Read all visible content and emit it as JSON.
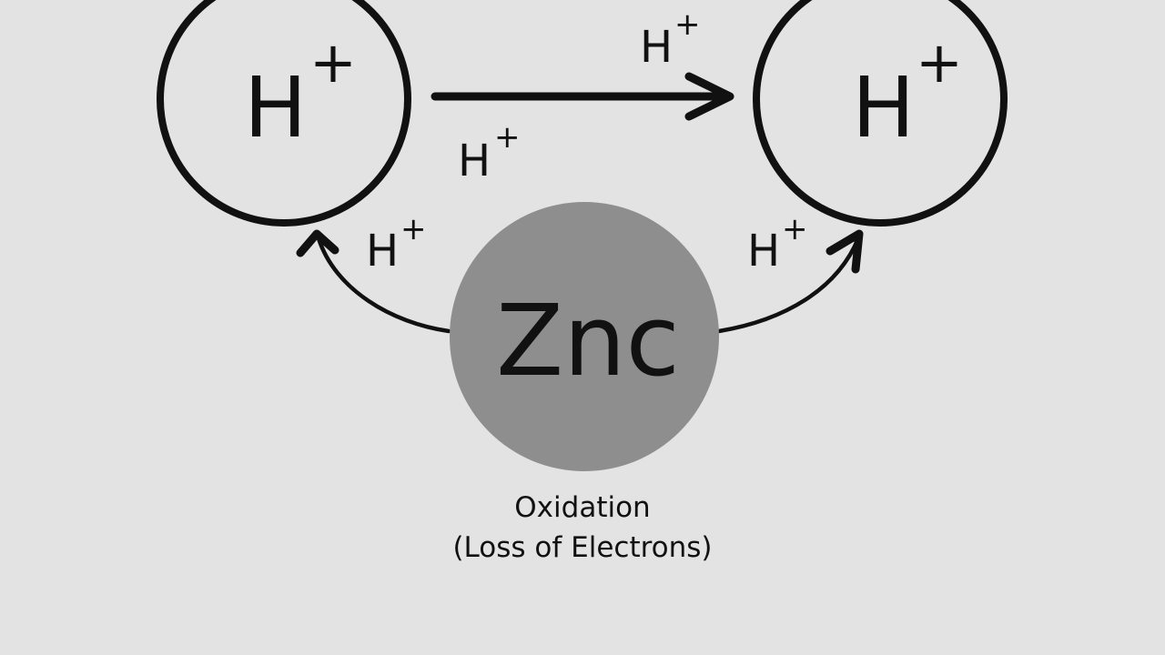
{
  "diagram": {
    "colors": {
      "background": "#e3e3e3",
      "stroke": "#111111",
      "zinc_fill": "#8e8e8e",
      "ion_fill": "#e3e3e3"
    },
    "left_ion": {
      "symbol": "H",
      "charge": "+"
    },
    "right_ion": {
      "symbol": "H",
      "charge": "+"
    },
    "zinc_label": "Znc",
    "labels": {
      "arrow_top": {
        "symbol": "H",
        "charge": "+"
      },
      "arrow_bottom": {
        "symbol": "H",
        "charge": "+"
      },
      "left_curve": {
        "symbol": "H",
        "charge": "+"
      },
      "right_curve": {
        "symbol": "H",
        "charge": "+"
      }
    },
    "caption": {
      "line1": "Oxidation",
      "line2": "(Loss of Electrons)"
    }
  }
}
